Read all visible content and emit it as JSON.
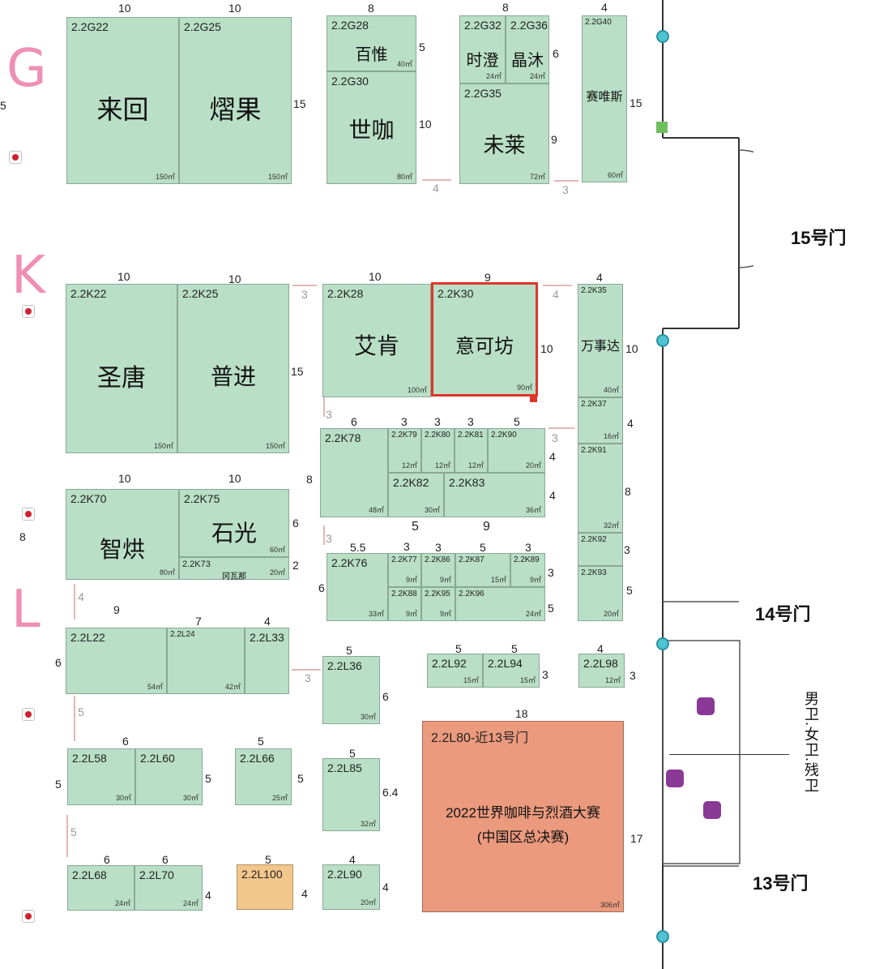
{
  "rows": {
    "G": "G",
    "K": "K",
    "L": "L"
  },
  "gates": {
    "g15": "15号门",
    "g14": "14号门",
    "g13": "13号门"
  },
  "restroom_note": "男卫.女卫.残卫",
  "partial_marks": {
    "p1": "5",
    "p2": "8"
  },
  "colors": {
    "booth": "#b9dfc6",
    "selected_border": "#e0342a",
    "special": "#eb9a7e",
    "orange": "#f3c68b",
    "row_label": "#ef8fb5"
  },
  "booths": {
    "g22": {
      "id": "2.2G22",
      "name": "来回",
      "area": "150㎡"
    },
    "g25": {
      "id": "2.2G25",
      "name": "熠果",
      "area": "150㎡"
    },
    "g28": {
      "id": "2.2G28",
      "name": "百惟",
      "area": "40㎡"
    },
    "g30": {
      "id": "2.2G30",
      "name": "世咖",
      "area": "80㎡"
    },
    "g32": {
      "id": "2.2G32",
      "name": "时澄",
      "area": "24㎡"
    },
    "g36": {
      "id": "2.2G36",
      "name": "晶沐",
      "area": "24㎡"
    },
    "g35": {
      "id": "2.2G35",
      "name": "未莱",
      "area": "72㎡"
    },
    "g40": {
      "id": "2.2G40",
      "name": "赛唯斯",
      "area": "60㎡"
    },
    "k22": {
      "id": "2.2K22",
      "name": "圣唐",
      "area": "150㎡"
    },
    "k25": {
      "id": "2.2K25",
      "name": "普进",
      "area": "150㎡"
    },
    "k28": {
      "id": "2.2K28",
      "name": "艾肯",
      "area": "100㎡"
    },
    "k30": {
      "id": "2.2K30",
      "name": "意可坊",
      "area": "90㎡"
    },
    "k35": {
      "id": "2.2K35",
      "name": "万事达",
      "area": "40㎡"
    },
    "k37": {
      "id": "2.2K37",
      "area": "16㎡"
    },
    "k91": {
      "id": "2.2K91",
      "area": "32㎡"
    },
    "k92": {
      "id": "2.2K92"
    },
    "k93": {
      "id": "2.2K93",
      "area": "20㎡"
    },
    "k78": {
      "id": "2.2K78",
      "area": "48㎡"
    },
    "k79": {
      "id": "2.2K79",
      "area": "12㎡"
    },
    "k80": {
      "id": "2.2K80",
      "area": "12㎡"
    },
    "k81": {
      "id": "2.2K81",
      "area": "12㎡"
    },
    "k90": {
      "id": "2.2K90",
      "area": "20㎡"
    },
    "k82": {
      "id": "2.2K82",
      "area": "30㎡"
    },
    "k83": {
      "id": "2.2K83",
      "area": "36㎡"
    },
    "k70": {
      "id": "2.2K70",
      "name": "智烘",
      "area": "80㎡"
    },
    "k75": {
      "id": "2.2K75",
      "name": "石光",
      "area": "60㎡"
    },
    "k73": {
      "id": "2.2K73",
      "name": "冈瓦那",
      "area": "20㎡"
    },
    "k76": {
      "id": "2.2K76",
      "area": "33㎡"
    },
    "k77": {
      "id": "2.2K77",
      "area": "9㎡"
    },
    "k86": {
      "id": "2.2K86",
      "area": "9㎡"
    },
    "k87": {
      "id": "2.2K87",
      "area": "15㎡"
    },
    "k89": {
      "id": "2.2K89",
      "area": "9㎡"
    },
    "k88": {
      "id": "2.2K88",
      "area": "9㎡"
    },
    "k95": {
      "id": "2.2K95",
      "area": "9㎡"
    },
    "k96": {
      "id": "2.2K96",
      "area": "24㎡"
    },
    "l22": {
      "id": "2.2L22",
      "area": "54㎡"
    },
    "l24": {
      "id": "2.2L24",
      "area": "42㎡"
    },
    "l33": {
      "id": "2.2L33"
    },
    "l36": {
      "id": "2.2L36",
      "area": "30㎡"
    },
    "l92": {
      "id": "2.2L92",
      "area": "15㎡"
    },
    "l94": {
      "id": "2.2L94",
      "area": "15㎡"
    },
    "l98": {
      "id": "2.2L98",
      "area": "12㎡"
    },
    "l80": {
      "id": "2.2L80-近13号门",
      "line1": "2022世界咖啡与烈酒大赛",
      "line2": "(中国区总决赛)",
      "area": "306㎡"
    },
    "l58": {
      "id": "2.2L58",
      "area": "30㎡"
    },
    "l60": {
      "id": "2.2L60",
      "area": "30㎡"
    },
    "l66": {
      "id": "2.2L66",
      "area": "25㎡"
    },
    "l85": {
      "id": "2.2L85",
      "area": "32㎡"
    },
    "l68": {
      "id": "2.2L68",
      "area": "24㎡"
    },
    "l70": {
      "id": "2.2L70",
      "area": "24㎡"
    },
    "l100": {
      "id": "2.2L100"
    },
    "l90": {
      "id": "2.2L90",
      "area": "20㎡"
    }
  },
  "dims": {
    "d1": "10",
    "d2": "10",
    "d3": "8",
    "d4": "5",
    "d5": "15",
    "d6": "10",
    "d7": "8",
    "d8": "6",
    "d9": "9",
    "d10": "4",
    "d11": "15",
    "d12": "4",
    "d13": "3",
    "d14": "10",
    "d15": "10",
    "d16": "10",
    "d17": "9",
    "d18": "4",
    "d19": "3",
    "d20": "15",
    "d21": "10",
    "d22": "4",
    "d23": "10",
    "d24": "3",
    "d25": "6",
    "d26": "3",
    "d27": "3",
    "d28": "3",
    "d29": "5",
    "d30": "4",
    "d31": "8",
    "d32": "4",
    "d33": "4",
    "d34": "8",
    "d35": "10",
    "d36": "10",
    "d37": "6",
    "d38": "2",
    "d39": "5",
    "d40": "9",
    "d41": "5.5",
    "d42": "3",
    "d43": "3",
    "d44": "5",
    "d45": "3",
    "d46": "3",
    "d47": "3",
    "d48": "6",
    "d49": "3",
    "d50": "5",
    "d51": "3",
    "d52": "4",
    "d53": "9",
    "d54": "7",
    "d55": "4",
    "d56": "6",
    "d57": "3",
    "d58": "5",
    "d59": "5",
    "d60": "5",
    "d61": "4",
    "d62": "3",
    "d63": "6",
    "d64": "3",
    "d65": "18",
    "d66": "5",
    "d67": "6",
    "d68": "5",
    "d69": "5",
    "d70": "5",
    "d71": "5",
    "d72": "6.4",
    "d73": "5",
    "d74": "17",
    "d75": "6",
    "d76": "6",
    "d77": "5",
    "d78": "5",
    "d79": "4",
    "d80": "4",
    "d81": "4",
    "d82": "5"
  }
}
